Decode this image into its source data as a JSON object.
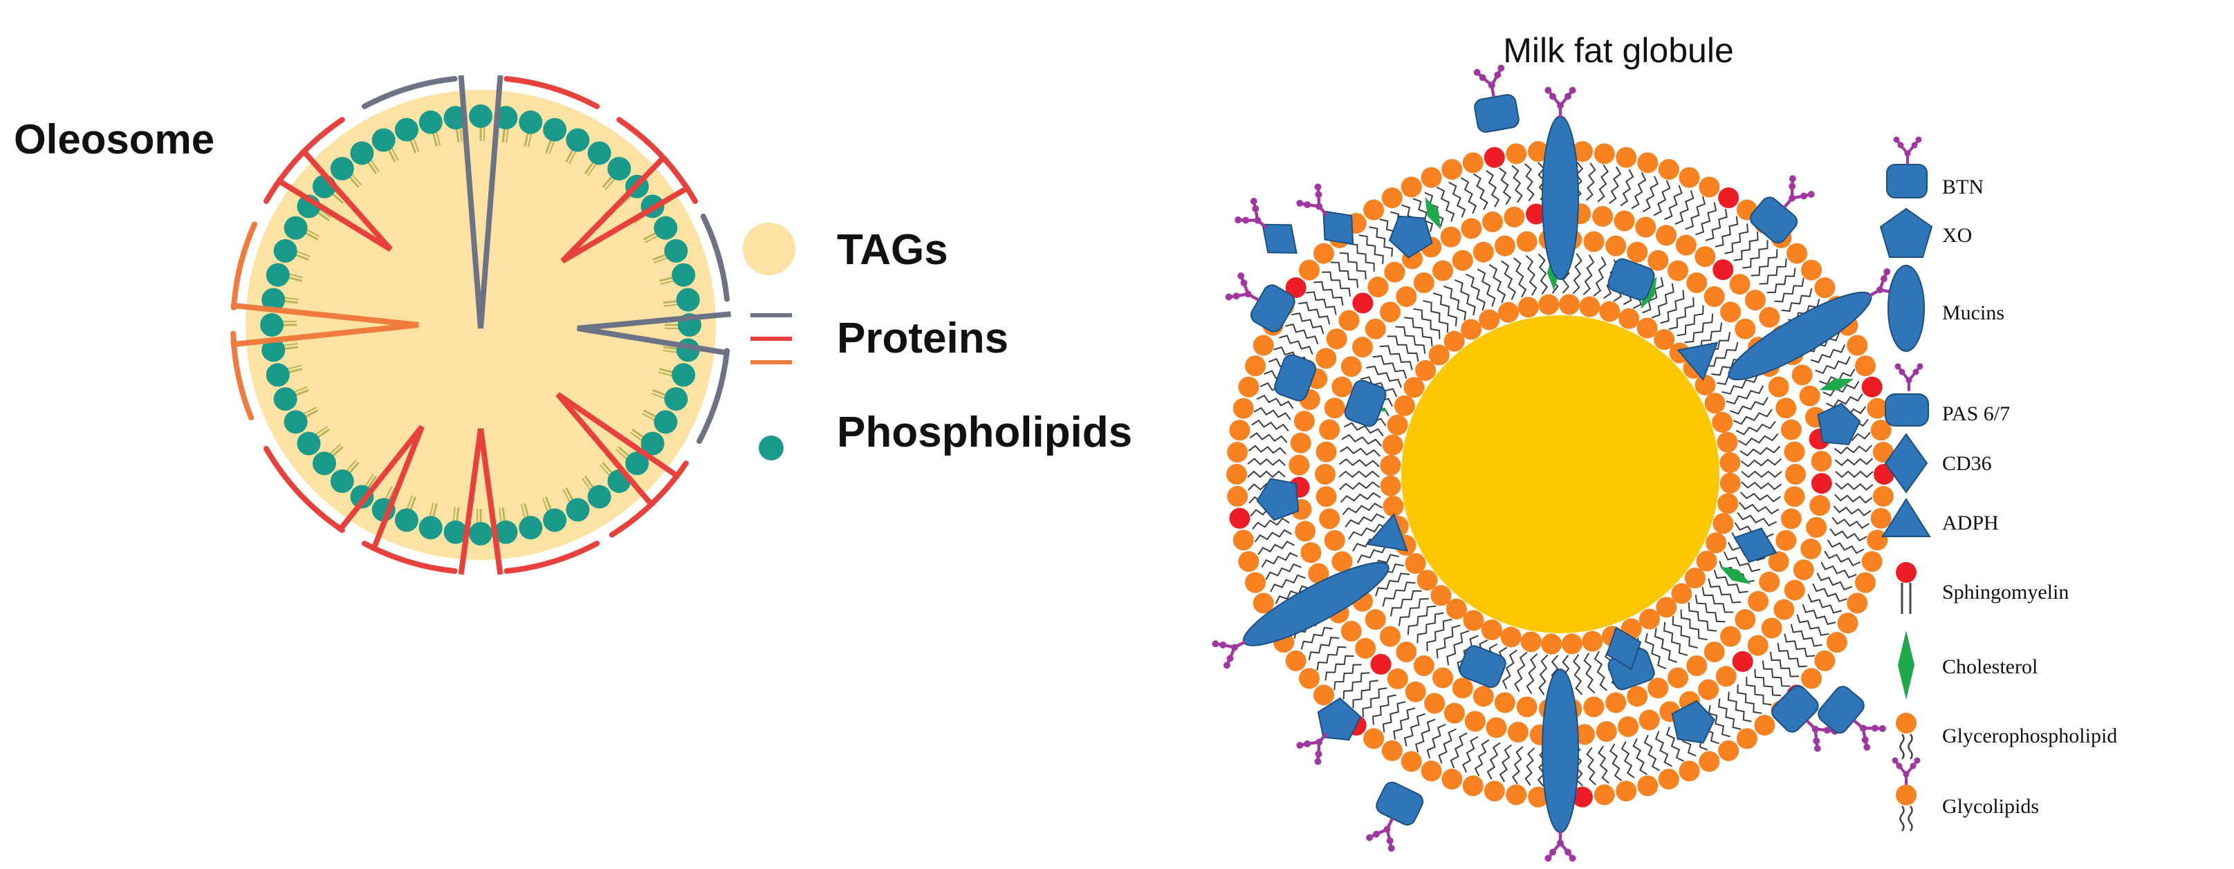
{
  "oleosome": {
    "title": "Oleosome",
    "legend": [
      {
        "key": "tags",
        "label": "TAGs"
      },
      {
        "key": "proteins",
        "label": "Proteins"
      },
      {
        "key": "phospholipids",
        "label": "Phospholipids"
      }
    ]
  },
  "milk_fat_globule": {
    "title": "Milk fat globule",
    "legend": [
      {
        "key": "btn",
        "label": "BTN"
      },
      {
        "key": "xo",
        "label": "XO"
      },
      {
        "key": "mucins",
        "label": "Mucins"
      },
      {
        "key": "pas67",
        "label": "PAS 6/7"
      },
      {
        "key": "cd36",
        "label": "CD36"
      },
      {
        "key": "adph",
        "label": "ADPH"
      },
      {
        "key": "sphingomyelin",
        "label": "Sphingomyelin"
      },
      {
        "key": "cholesterol",
        "label": "Cholesterol"
      },
      {
        "key": "glycerophospholipid",
        "label": "Glycerophospholipid"
      },
      {
        "key": "glycolipids",
        "label": "Glycolipids"
      }
    ]
  },
  "colors": {
    "tags": "#fde3a3",
    "phospholipid_head": "#1a9a8a",
    "phospholipid_tail": "#b9b45a",
    "protein_red": "#e8413c",
    "protein_orange": "#ef7b3e",
    "protein_gray": "#6c7384",
    "mfg_core": "#fdc800",
    "protein_blue": "#2f76b9",
    "protein_edge": "#1c4f80",
    "sphingo_red": "#ee1c24",
    "glycero_orange": "#f7821f",
    "cholesterol_green": "#1fa84a",
    "glyco_purple": "#a036a0"
  }
}
